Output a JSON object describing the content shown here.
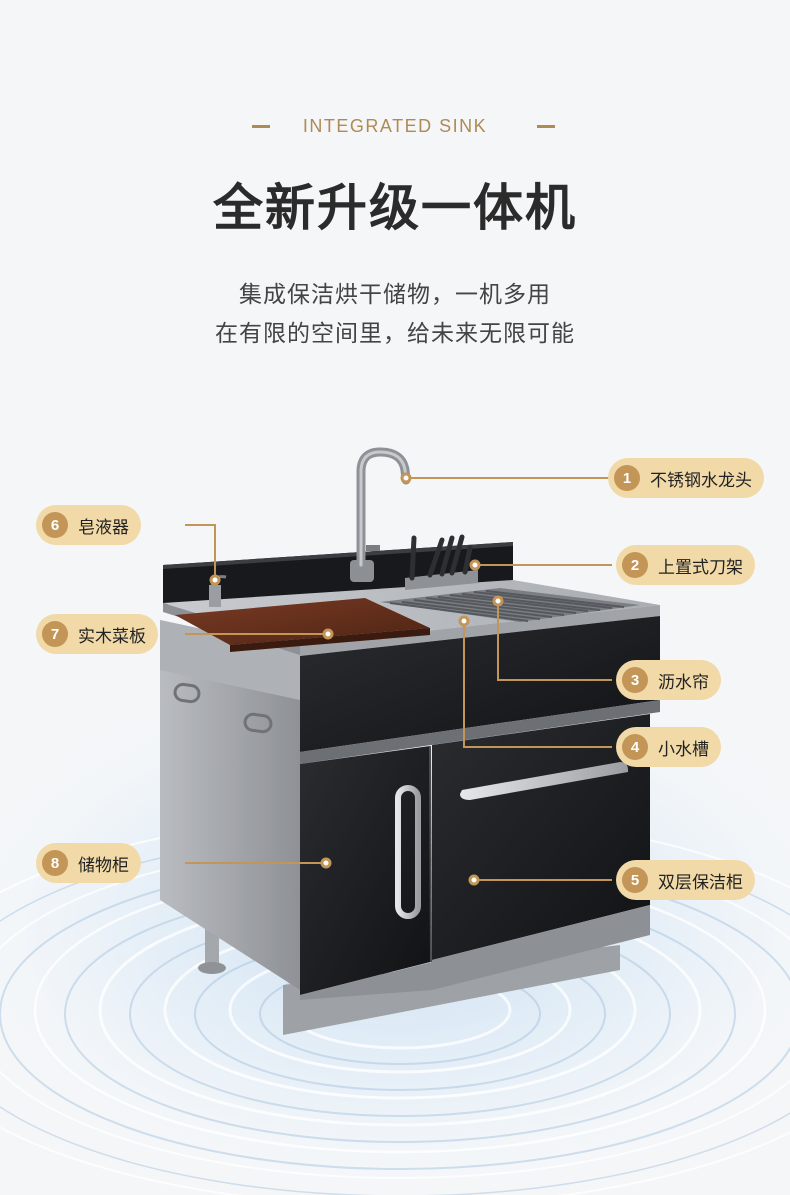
{
  "header": {
    "kicker": "INTEGRATED SINK",
    "title": "全新升级一体机",
    "subtitle_lines": [
      "集成保洁烘干储物，一机多用",
      "在有限的空间里，给未来无限可能"
    ]
  },
  "features": [
    {
      "num": "1",
      "label": "不锈钢水龙头"
    },
    {
      "num": "2",
      "label": "上置式刀架"
    },
    {
      "num": "3",
      "label": "沥水帘"
    },
    {
      "num": "4",
      "label": "小水槽"
    },
    {
      "num": "5",
      "label": "双层保洁柜"
    },
    {
      "num": "6",
      "label": "皂液器"
    },
    {
      "num": "7",
      "label": "实木菜板"
    },
    {
      "num": "8",
      "label": "储物柜"
    }
  ],
  "colors": {
    "accent": "#c39557",
    "label_bg": "#f1d9a8",
    "kicker": "#b08a55",
    "title": "#2b2b2b"
  }
}
